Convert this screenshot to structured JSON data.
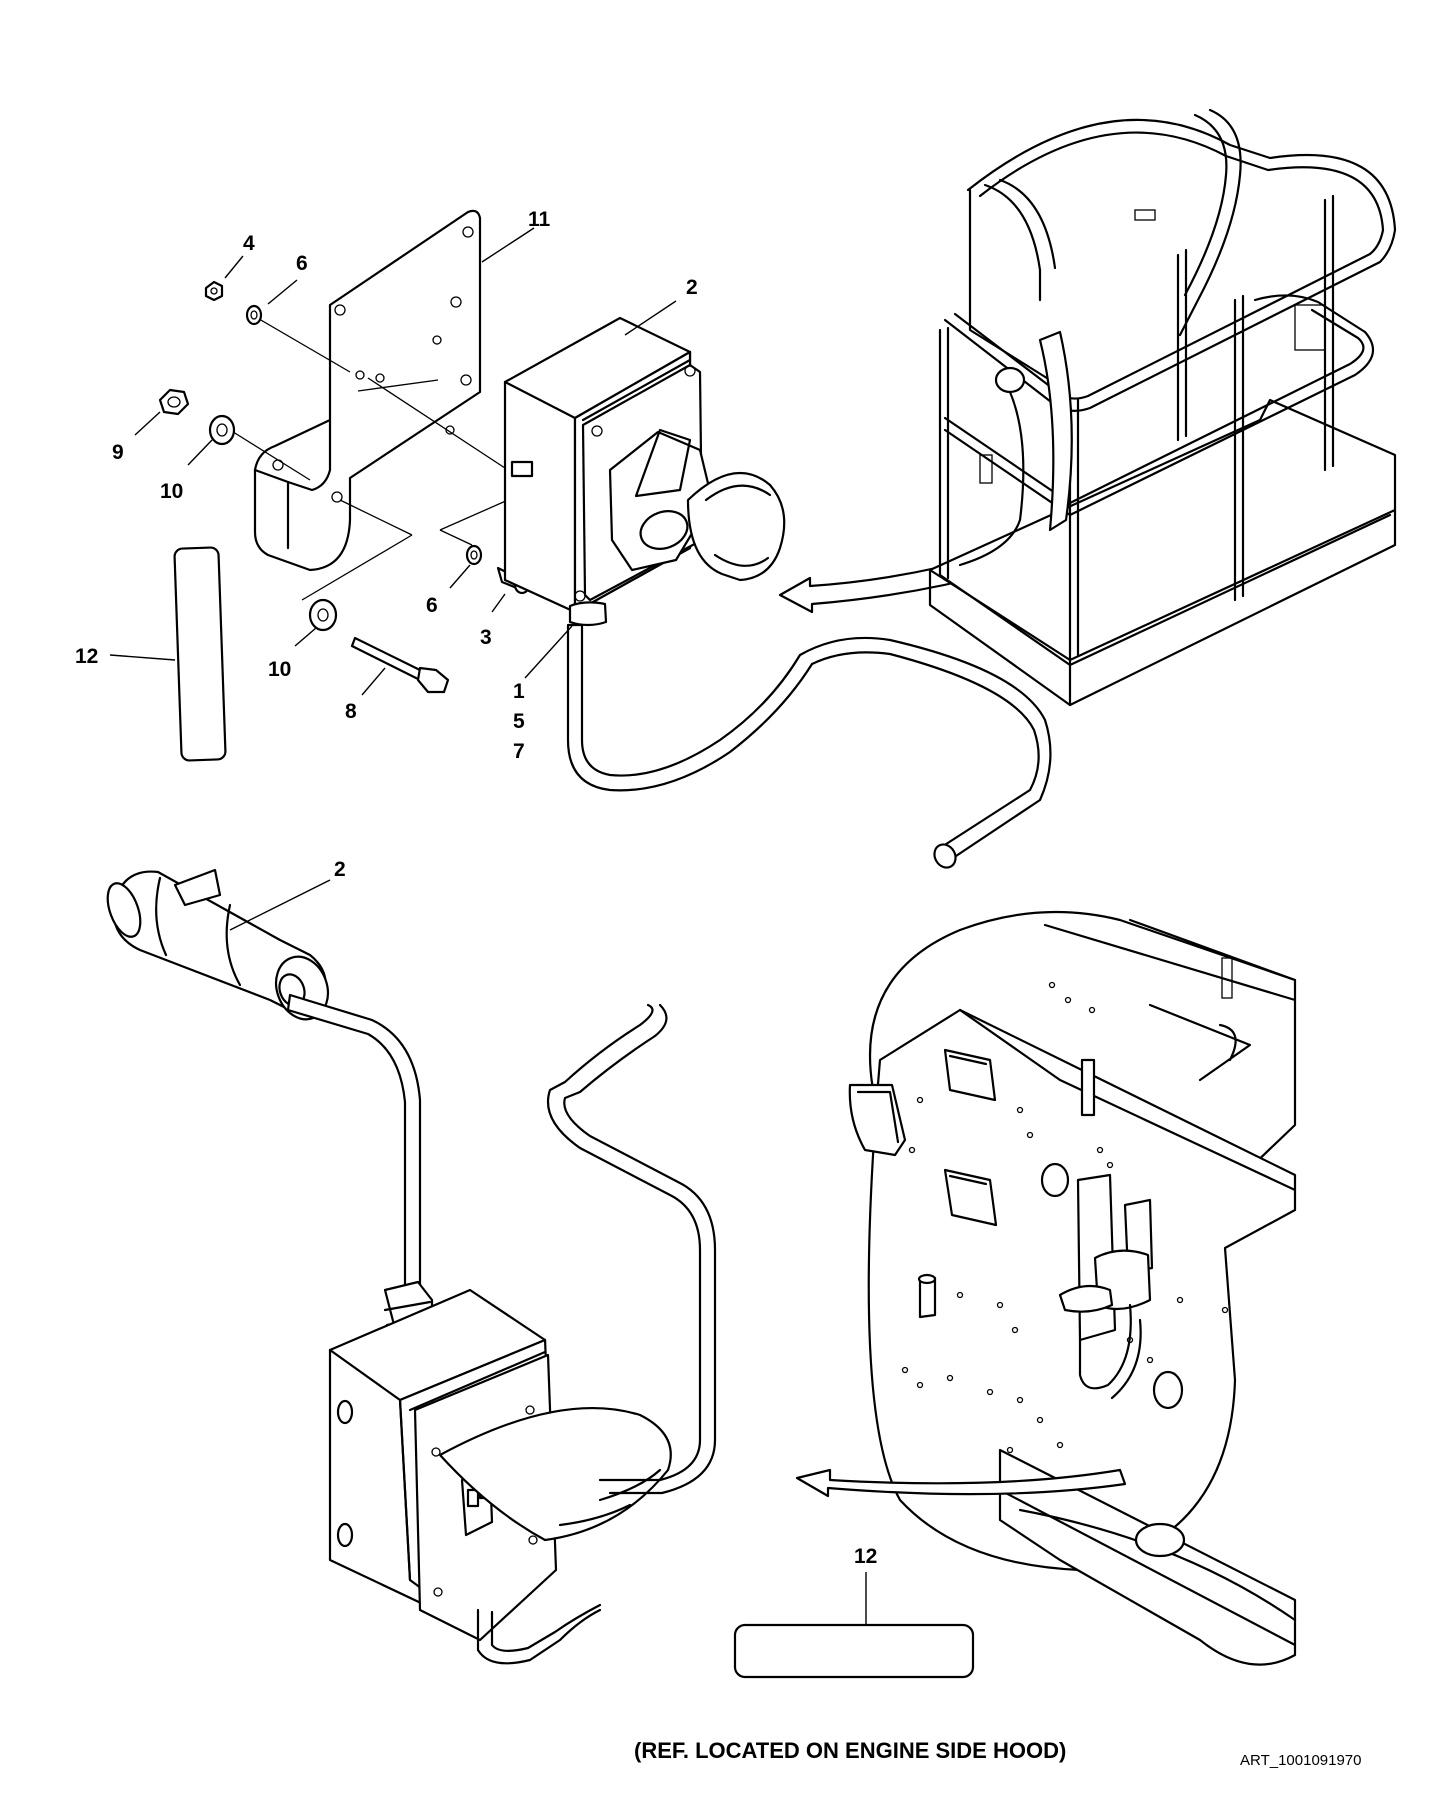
{
  "callouts": {
    "c11": "11",
    "c4": "4",
    "c6a": "6",
    "c2a": "2",
    "c9": "9",
    "c10a": "10",
    "c6b": "6",
    "c3": "3",
    "c10b": "10",
    "c12a": "12",
    "c8": "8",
    "c1": "1",
    "c5": "5",
    "c7": "7",
    "c2b": "2",
    "c12b": "12"
  },
  "caption": "(REF. LOCATED ON ENGINE SIDE HOOD)",
  "art_id": "ART_1001091970"
}
